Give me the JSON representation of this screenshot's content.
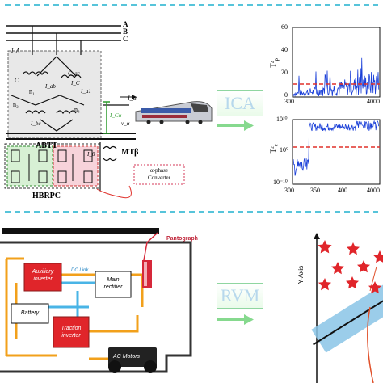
{
  "colors": {
    "divider": "#57c4da",
    "plot_line": "#1a3fd8",
    "threshold": "#e0302a",
    "arrow": "#86d98e",
    "method_text": "#b7d8ec",
    "inverter_fill": "#e0252a",
    "wire_orange": "#f2a01b",
    "wire_blue": "#49b4e6",
    "hbrpc_green": "#d7f0d4",
    "hbrpc_pink": "#f7d3da"
  },
  "top_circuit": {
    "bus_labels": [
      "A",
      "B",
      "C"
    ],
    "block_label": "ABTT",
    "converter_label": "HBRPC",
    "transformer_label": "MTβ",
    "phase_converter_text": "α-phase\nConverter",
    "winding_labels": [
      "C",
      "n₁",
      "n₂",
      "I_A",
      "I_C",
      "I_ab",
      "I_bc",
      "C_ac",
      "I_a1",
      "n₃",
      "I_α",
      "I_β",
      "v_α",
      "I_Cα"
    ]
  },
  "methods": {
    "top": "ICA",
    "bottom": "RVM"
  },
  "charts": {
    "t2": {
      "ylabel": "T²",
      "sublabel": "p",
      "yticks": [
        "60",
        "40",
        "20",
        "0"
      ],
      "xticks": [
        "300",
        "4000"
      ]
    },
    "t2e": {
      "ylabel": "T²",
      "sublabel": "e",
      "yticks": [
        "10¹⁰",
        "10⁰",
        "10⁻¹⁰"
      ],
      "xticks": [
        "300",
        "350",
        "400",
        "4000"
      ]
    }
  },
  "bottom_diagram": {
    "pantograph": "Pantograph",
    "auxiliary_inverter": "Auxiliary\ninverter",
    "dc_link": "DC Link",
    "main_rectifier": "Main\nrectifier",
    "battery": "Battery",
    "traction_inverter": "Traction\ninverter",
    "ac_motors": "AC Motors"
  },
  "rvm_plot": {
    "ylabel": "Y-Axis"
  }
}
